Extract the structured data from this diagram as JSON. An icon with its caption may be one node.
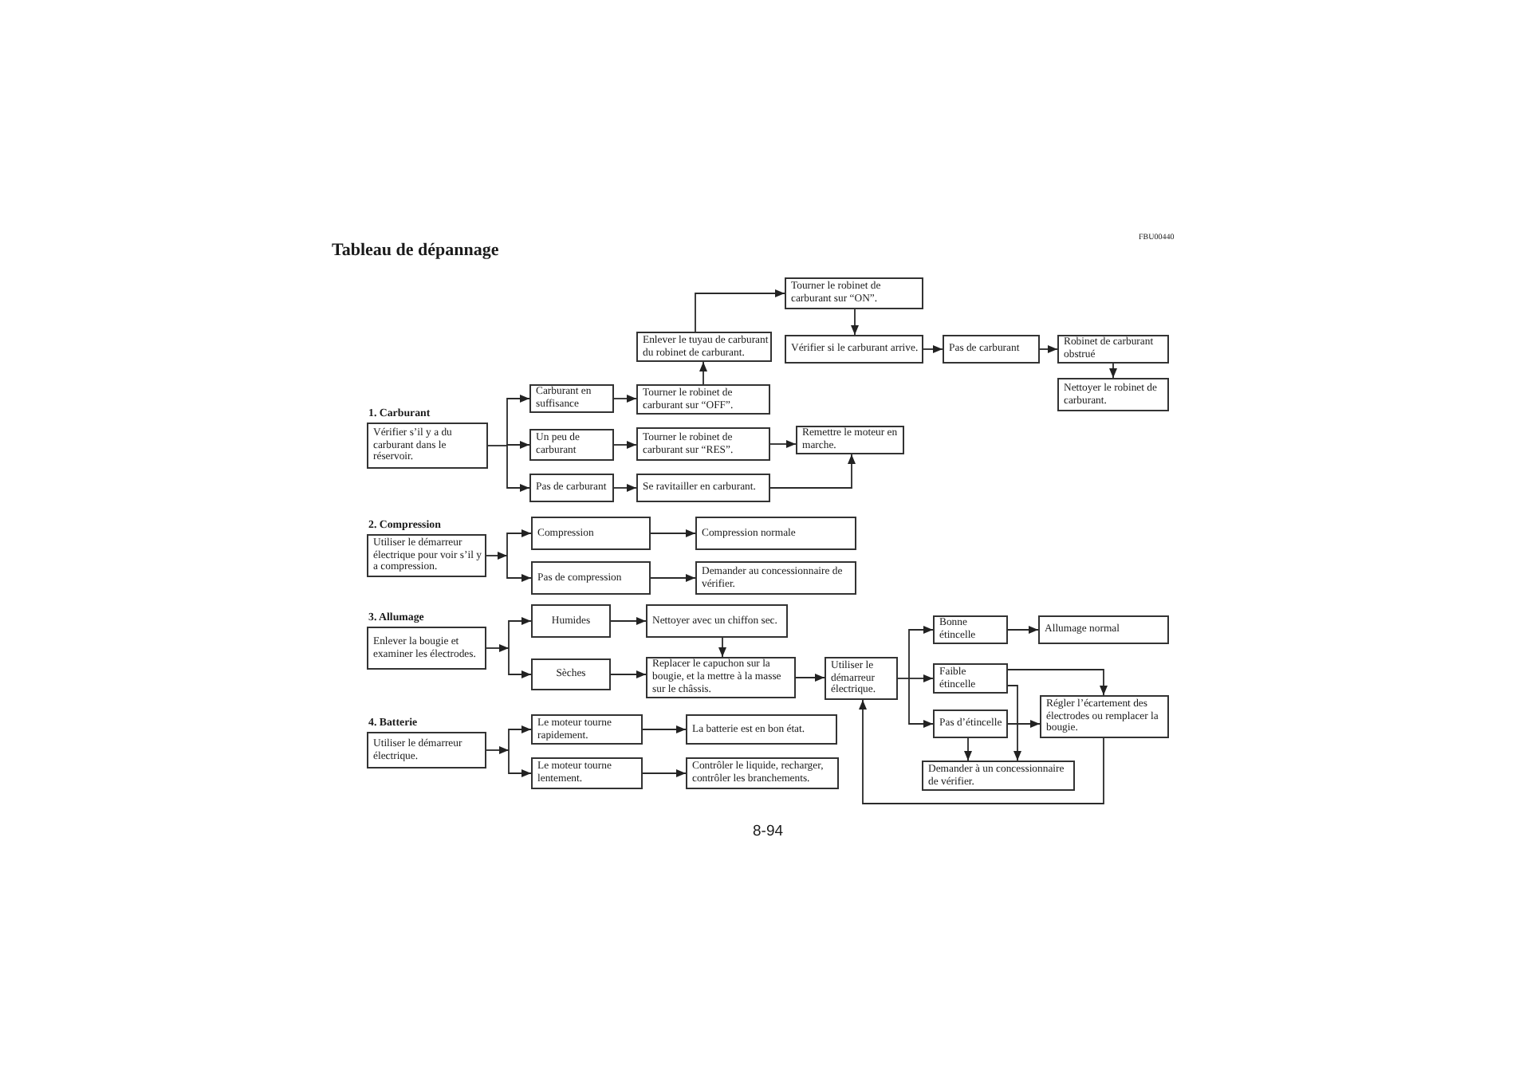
{
  "diagram": {
    "title": "Tableau de dépannage",
    "nodes": [
      {
        "text": [
          "1. Carburant",
          "Vérifier s’il y a du carburant dans le réservoir."
        ]
      },
      {
        "text": [
          "Carburant en suffisance"
        ]
      },
      {
        "text": [
          "Un peu de carburant"
        ]
      },
      {
        "text": [
          "Pas de carburant"
        ]
      },
      {
        "text": [
          "Tourner le robinet de carburant sur “OFF”."
        ]
      },
      {
        "text": [
          "Tourner le robinet de carburant sur “RES”."
        ]
      },
      {
        "text": [
          "Se ravitailler en carburant."
        ]
      },
      {
        "text": [
          "Enlever le tuyau de carburant du robinet de carburant."
        ]
      },
      {
        "text": [
          "Tourner le robinet de carburant sur “ON”."
        ]
      },
      {
        "text": [
          "Vérifier si le carburant arrive."
        ]
      },
      {
        "text": [
          "Pas de carburant"
        ]
      },
      {
        "text": [
          "Robinet de carburant obstrué"
        ]
      },
      {
        "text": [
          "Nettoyer le robinet de carburant."
        ]
      },
      {
        "text": [
          "Remettre le moteur en marche."
        ]
      },
      {
        "text": [
          "2. Compression",
          "Utiliser le démarreur électrique pour voir s’il y a compression."
        ]
      },
      {
        "text": [
          "Compression"
        ]
      },
      {
        "text": [
          "Pas de compression"
        ]
      },
      {
        "text": [
          "Compression normale"
        ]
      },
      {
        "text": [
          "Demander au concessionnaire de vérifier."
        ]
      },
      {
        "text": [
          "3. Allumage",
          "Enlever la bougie et examiner les électrodes."
        ]
      },
      {
        "text": [
          "Humides"
        ]
      },
      {
        "text": [
          "Sèches"
        ]
      },
      {
        "text": [
          "Nettoyer avec un chiffon sec."
        ]
      },
      {
        "text": [
          "Replacer le capuchon sur la bougie, et la mettre à la masse sur le châssis."
        ]
      },
      {
        "text": [
          "Utiliser le démarreur électrique."
        ]
      },
      {
        "text": [
          "Bonne étincelle"
        ]
      },
      {
        "text": [
          "Faible étincelle"
        ]
      },
      {
        "text": [
          "Pas d’étincelle"
        ]
      },
      {
        "text": [
          "Allumage normal"
        ]
      },
      {
        "text": [
          "Régler l’écartement des électrodes ou remplacer la bougie."
        ]
      },
      {
        "text": [
          "Demander à un concessionnaire de vérifier."
        ]
      },
      {
        "text": [
          "4. Batterie",
          "Utiliser le démarreur électrique."
        ]
      },
      {
        "text": [
          "Le moteur tourne rapidement."
        ]
      },
      {
        "text": [
          "Le moteur tourne lentement."
        ]
      },
      {
        "text": [
          "La batterie est en bon état."
        ]
      },
      {
        "text": [
          "Contrôler le liquide, recharger, contrôler les branchements."
        ]
      }
    ],
    "edges": [
      {
        "from": 0,
        "to": 1,
        "arrow": "to"
      },
      {
        "from": 0,
        "to": 2,
        "arrow": "to"
      },
      {
        "from": 0,
        "to": 3,
        "arrow": "to"
      },
      {
        "from": 1,
        "to": 4,
        "arrow": "to"
      },
      {
        "from": 2,
        "to": 5,
        "arrow": "to"
      },
      {
        "from": 3,
        "to": 6,
        "arrow": "to"
      },
      {
        "from": 4,
        "to": 7,
        "arrow": "to"
      },
      {
        "from": 7,
        "to": 8,
        "arrow": "to"
      },
      {
        "from": 8,
        "to": 9,
        "arrow": "to"
      },
      {
        "from": 9,
        "to": 10,
        "arrow": "to"
      },
      {
        "from": 10,
        "to": 11,
        "arrow": "to"
      },
      {
        "from": 11,
        "to": 12,
        "arrow": "to"
      },
      {
        "from": 5,
        "to": 13,
        "arrow": "to"
      },
      {
        "from": 6,
        "to": 13,
        "arrow": "to"
      },
      {
        "from": 14,
        "to": 15,
        "arrow": "to"
      },
      {
        "from": 14,
        "to": 16,
        "arrow": "to"
      },
      {
        "from": 15,
        "to": 17,
        "arrow": "to"
      },
      {
        "from": 16,
        "to": 18,
        "arrow": "to"
      },
      {
        "from": 19,
        "to": 20,
        "arrow": "to"
      },
      {
        "from": 19,
        "to": 21,
        "arrow": "to"
      },
      {
        "from": 20,
        "to": 22,
        "arrow": "to"
      },
      {
        "from": 21,
        "to": 23,
        "arrow": "to"
      },
      {
        "from": 22,
        "to": 23,
        "arrow": "to"
      },
      {
        "from": 23,
        "to": 24,
        "arrow": "to"
      },
      {
        "from": 24,
        "to": 25,
        "arrow": "to"
      },
      {
        "from": 24,
        "to": 26,
        "arrow": "to"
      },
      {
        "from": 24,
        "to": 27,
        "arrow": "to"
      },
      {
        "from": 25,
        "to": 28,
        "arrow": "to"
      },
      {
        "from": 26,
        "to": 29,
        "arrow": "to"
      },
      {
        "from": 26,
        "to": 30,
        "arrow": "to"
      },
      {
        "from": 27,
        "to": 29,
        "arrow": "to"
      },
      {
        "from": 27,
        "to": 30,
        "arrow": "to"
      },
      {
        "from": 29,
        "to": 24,
        "arrow": "to"
      },
      {
        "from": 31,
        "to": 32,
        "arrow": "to"
      },
      {
        "from": 31,
        "to": 33,
        "arrow": "to"
      },
      {
        "from": 32,
        "to": 34,
        "arrow": "to"
      },
      {
        "from": 33,
        "to": 35,
        "arrow": "to"
      }
    ],
    "labels": [
      "FBU00440",
      "8-94"
    ]
  }
}
